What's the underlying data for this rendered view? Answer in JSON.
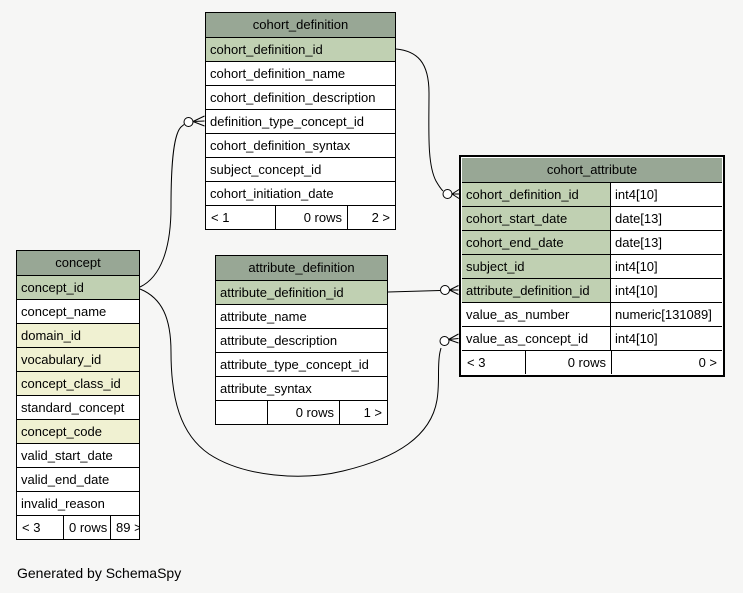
{
  "page": {
    "caption": "Generated by SchemaSpy",
    "background": "#f6f6f5"
  },
  "colors": {
    "table_header": "#98a795",
    "primary_key_column": "#c0d0b2",
    "indexed_column": "#f0f1d2",
    "plain_column": "#ffffff",
    "border": "#000000"
  },
  "tables": {
    "cohort_definition": {
      "title": "cohort_definition",
      "columns": [
        {
          "name": "cohort_definition_id",
          "key": "primary"
        },
        {
          "name": "cohort_definition_name",
          "key": "none"
        },
        {
          "name": "cohort_definition_description",
          "key": "none"
        },
        {
          "name": "definition_type_concept_id",
          "key": "none"
        },
        {
          "name": "cohort_definition_syntax",
          "key": "none"
        },
        {
          "name": "subject_concept_id",
          "key": "none"
        },
        {
          "name": "cohort_initiation_date",
          "key": "none"
        }
      ],
      "pager": {
        "prev": "< 1",
        "rows": "0 rows",
        "next": "2 >"
      }
    },
    "cohort_attribute": {
      "title": "cohort_attribute",
      "columns": [
        {
          "name": "cohort_definition_id",
          "type": "int4[10]",
          "key": "primary"
        },
        {
          "name": "cohort_start_date",
          "type": "date[13]",
          "key": "primary"
        },
        {
          "name": "cohort_end_date",
          "type": "date[13]",
          "key": "primary"
        },
        {
          "name": "subject_id",
          "type": "int4[10]",
          "key": "primary"
        },
        {
          "name": "attribute_definition_id",
          "type": "int4[10]",
          "key": "primary"
        },
        {
          "name": "value_as_number",
          "type": "numeric[131089]",
          "key": "none"
        },
        {
          "name": "value_as_concept_id",
          "type": "int4[10]",
          "key": "none"
        }
      ],
      "pager": {
        "prev": "< 3",
        "rows": "0 rows",
        "next": "0 >"
      }
    },
    "attribute_definition": {
      "title": "attribute_definition",
      "columns": [
        {
          "name": "attribute_definition_id",
          "key": "primary"
        },
        {
          "name": "attribute_name",
          "key": "none"
        },
        {
          "name": "attribute_description",
          "key": "none"
        },
        {
          "name": "attribute_type_concept_id",
          "key": "none"
        },
        {
          "name": "attribute_syntax",
          "key": "none"
        }
      ],
      "pager": {
        "prev": "",
        "rows": "0 rows",
        "next": "1 >"
      }
    },
    "concept": {
      "title": "concept",
      "columns": [
        {
          "name": "concept_id",
          "key": "primary"
        },
        {
          "name": "concept_name",
          "key": "none"
        },
        {
          "name": "domain_id",
          "key": "indexed"
        },
        {
          "name": "vocabulary_id",
          "key": "indexed"
        },
        {
          "name": "concept_class_id",
          "key": "indexed"
        },
        {
          "name": "standard_concept",
          "key": "none"
        },
        {
          "name": "concept_code",
          "key": "indexed"
        },
        {
          "name": "valid_start_date",
          "key": "none"
        },
        {
          "name": "valid_end_date",
          "key": "none"
        },
        {
          "name": "invalid_reason",
          "key": "none"
        }
      ],
      "pager": {
        "prev": "< 3",
        "rows": "0 rows",
        "next": "89 >"
      }
    }
  },
  "relationships": [
    {
      "from_table": "cohort_definition",
      "from_column": "cohort_definition_id",
      "to_table": "cohort_attribute",
      "to_column": "cohort_definition_id"
    },
    {
      "from_table": "concept",
      "from_column": "concept_id",
      "to_table": "cohort_definition",
      "to_column": "definition_type_concept_id"
    },
    {
      "from_table": "concept",
      "from_column": "concept_id",
      "to_table": "cohort_attribute",
      "to_column": "value_as_concept_id"
    },
    {
      "from_table": "attribute_definition",
      "from_column": "attribute_definition_id",
      "to_table": "cohort_attribute",
      "to_column": "attribute_definition_id"
    }
  ]
}
